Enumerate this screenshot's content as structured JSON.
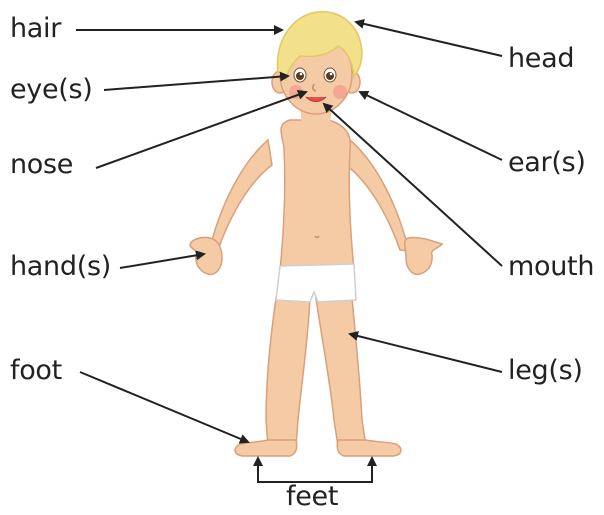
{
  "labels": {
    "hair": "hair",
    "eyes": "eye(s)",
    "nose": "nose",
    "hands": "hand(s)",
    "foot": "foot",
    "head": "head",
    "ears": "ear(s)",
    "mouth": "mouth",
    "legs": "leg(s)",
    "feet": "feet"
  },
  "colors": {
    "skin": "#f5cba6",
    "skin_outline": "#d9a07c",
    "hair": "#f3e08a",
    "hair_shadow": "#e3c862",
    "underwear": "#ffffff",
    "cheek": "#f28b82",
    "arrow": "#222222",
    "text": "#222222"
  }
}
